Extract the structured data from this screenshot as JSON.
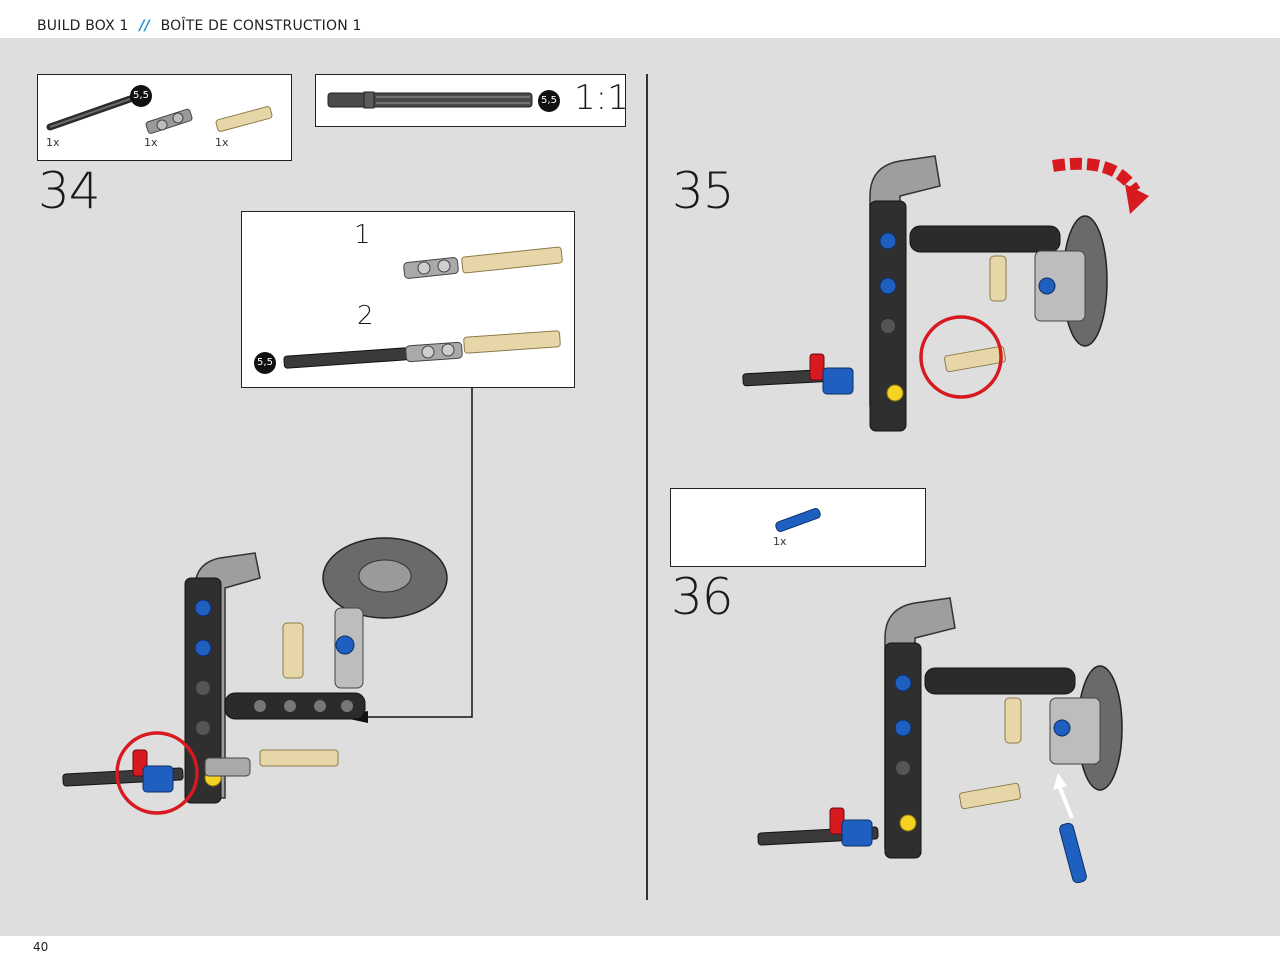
{
  "header": {
    "left": "BUILD BOX 1",
    "separator": "//",
    "right": "BOÎTE DE CONSTRUCTION 1"
  },
  "footer": {
    "page_number": "40"
  },
  "parts_box_34": {
    "items": [
      {
        "icon": "axle-5-5-icon",
        "qty": "1x",
        "badge": "5,5"
      },
      {
        "icon": "universal-joint-icon",
        "qty": "1x"
      },
      {
        "icon": "tan-axle-connector-icon",
        "qty": "1x"
      }
    ]
  },
  "scale_box": {
    "badge": "5,5",
    "scale": "1:1"
  },
  "steps": {
    "s34": "34",
    "s35": "35",
    "s36": "36"
  },
  "substeps": {
    "one": "1",
    "two": "2",
    "badge": "5,5"
  },
  "parts_box_36": {
    "items": [
      {
        "icon": "blue-pin-icon",
        "qty": "1x"
      }
    ]
  },
  "colors": {
    "blue": "#1f5fbf",
    "red": "#d71920",
    "tan": "#e7d7a8",
    "dark": "#2b2b2b",
    "light": "#bdbdbd",
    "yellow": "#f5d323",
    "accent": "#1e8fd6"
  }
}
